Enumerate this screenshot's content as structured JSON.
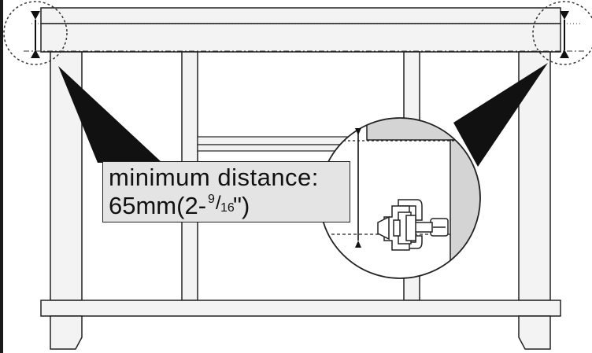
{
  "label": {
    "line1": "minimum distance:",
    "line2_prefix": "65mm(2",
    "line2_dash": "-",
    "fraction_numerator": "9",
    "fraction_slash": "/",
    "fraction_denominator": "16",
    "line2_suffix": "\")"
  },
  "colors": {
    "stroke": "#222222",
    "panel_fill": "#f3f3f3",
    "shade_fill": "#d4d4d4",
    "pointer_fill": "#111111",
    "label_fill": "#e4e4e4"
  }
}
